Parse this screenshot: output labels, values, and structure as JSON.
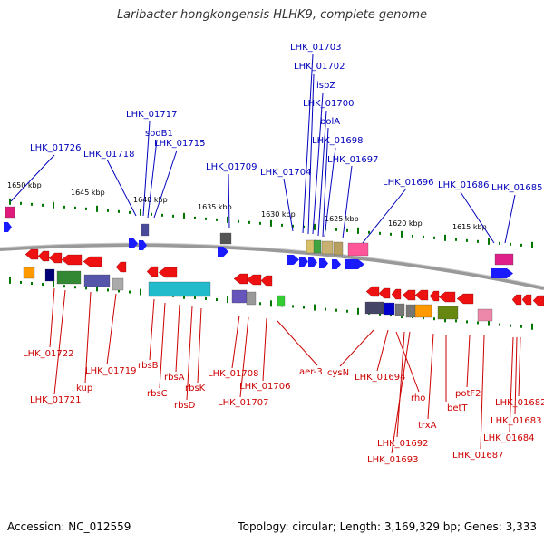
{
  "title": "Laribacter hongkongensis HLHK9, complete genome",
  "footer": {
    "accession": "Accession: NC_012559",
    "summary": "Topology: circular; Length: 3,169,329 bp; Genes: 3,333"
  },
  "kbp_ticks": [
    "1650 kbp",
    "1645 kbp",
    "1640 kbp",
    "1635 kbp",
    "1630 kbp",
    "1625 kbp",
    "1620 kbp",
    "1615 kbp"
  ],
  "top_labels": [
    "LHK_01726",
    "LHK_01718",
    "LHK_01717",
    "sodB1",
    "LHK_01715",
    "LHK_01709",
    "LHK_01704",
    "LHK_01703",
    "LHK_01702",
    "ispZ",
    "LHK_01700",
    "bolA",
    "LHK_01698",
    "LHK_01697",
    "LHK_01696",
    "LHK_01686",
    "LHK_01685"
  ],
  "bottom_labels": [
    "LHK_01722",
    "LHK_01721",
    "kup",
    "LHK_01719",
    "rbsB",
    "rbsC",
    "rbsA",
    "rbsD",
    "rbsK",
    "LHK_01708",
    "LHK_01707",
    "LHK_01706",
    "aer-3",
    "cysN",
    "LHK_01694",
    "rho",
    "LHK_01692",
    "LHK_01693",
    "trxA",
    "betT",
    "potF2",
    "LHK_01687",
    "LHK_01682",
    "LHK_01683",
    "LHK_01684"
  ],
  "colors": {
    "forward_label": "#0000bb",
    "reverse_label": "#cc0000",
    "forward_gene": "#1a1aff",
    "reverse_gene": "#ee1111",
    "backbone": "#888888",
    "tick": "#007700"
  }
}
